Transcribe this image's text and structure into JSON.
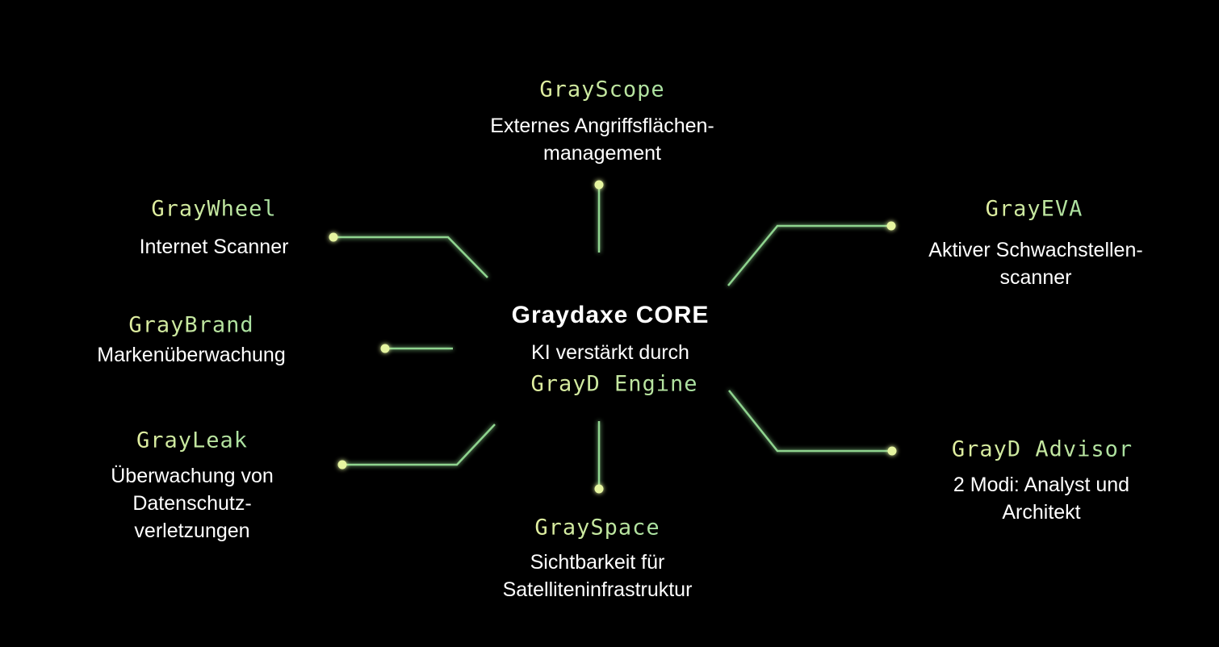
{
  "core": {
    "title": "Graydaxe CORE",
    "subtitle": "KI verstärkt durch",
    "engine": "GrayD Engine"
  },
  "modules": [
    {
      "name": "GrayScope",
      "desc": [
        "Externes Angriffsflächen-",
        "management"
      ]
    },
    {
      "name": "GrayWheel",
      "desc": [
        "Internet Scanner"
      ]
    },
    {
      "name": "GrayBrand",
      "desc": [
        "Markenüberwachung"
      ]
    },
    {
      "name": "GrayLeak",
      "desc": [
        "Überwachung von",
        "Datenschutz-",
        "verletzungen"
      ]
    },
    {
      "name": "GraySpace",
      "desc": [
        "Sichtbarkeit für",
        "Satelliteninfrastruktur"
      ]
    },
    {
      "name": "GrayEVA",
      "desc": [
        "Aktiver Schwachstellen-",
        "scanner"
      ]
    },
    {
      "name": "GrayD Advisor",
      "desc": [
        "2 Modi: Analyst und",
        "Architekt"
      ]
    }
  ],
  "colors": {
    "line": "#8fd48f",
    "dot": "#e6f5a0",
    "background": "#000000"
  }
}
